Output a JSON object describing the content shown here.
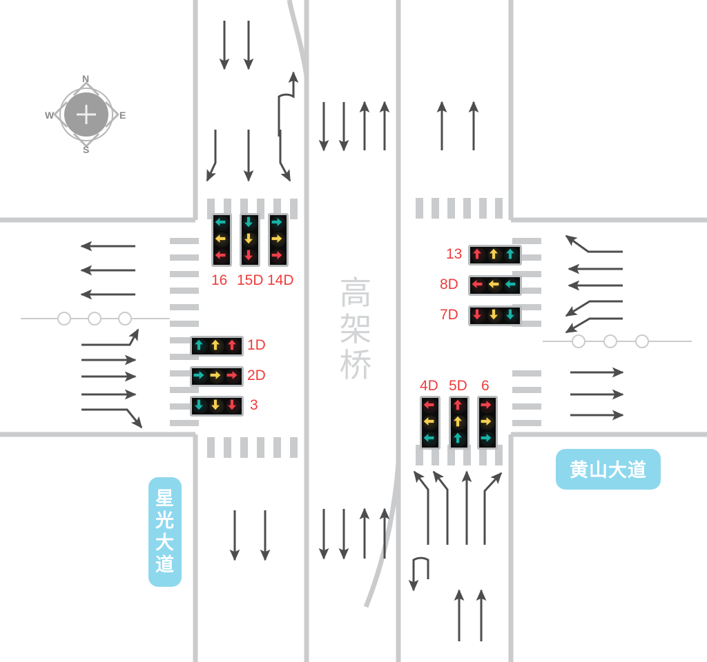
{
  "diagram": {
    "title_center": "高架桥",
    "streets": [
      {
        "name": "黄山大道",
        "orientation": "horizontal"
      },
      {
        "name": "星光大道",
        "orientation": "vertical"
      }
    ],
    "compass": {
      "n": "N",
      "e": "E",
      "s": "S",
      "w": "W"
    },
    "colors": {
      "road_edge": "#c9cbcd",
      "crosswalk": "#c9cbcd",
      "arrow": "#4d4d4d",
      "label_red": "#ef3b3b",
      "street_badge": "#8ed8ee",
      "bridge_text": "#d2d4d6",
      "lamp_red": "#f0404a",
      "lamp_yellow": "#f5cf50",
      "lamp_green": "#18b3a7",
      "signal_body": "#0b0b0b",
      "signal_border": "#b9bcbe"
    },
    "signal_groups": [
      {
        "group": "north-approach",
        "orientation": "vertical",
        "label_position": "below",
        "signals": [
          {
            "label": "16",
            "lamps": [
              {
                "color": "green",
                "arrow": "left"
              },
              {
                "color": "yellow",
                "arrow": "left"
              },
              {
                "color": "red",
                "arrow": "left"
              }
            ]
          },
          {
            "label": "15D",
            "lamps": [
              {
                "color": "green",
                "arrow": "down"
              },
              {
                "color": "yellow",
                "arrow": "down"
              },
              {
                "color": "red",
                "arrow": "down"
              }
            ]
          },
          {
            "label": "14D",
            "lamps": [
              {
                "color": "green",
                "arrow": "right"
              },
              {
                "color": "yellow",
                "arrow": "right"
              },
              {
                "color": "red",
                "arrow": "right"
              }
            ]
          }
        ]
      },
      {
        "group": "west-approach",
        "orientation": "horizontal",
        "label_position": "right",
        "signals": [
          {
            "label": "1D",
            "lamps": [
              {
                "color": "green",
                "arrow": "up"
              },
              {
                "color": "yellow",
                "arrow": "up"
              },
              {
                "color": "red",
                "arrow": "up"
              }
            ]
          },
          {
            "label": "2D",
            "lamps": [
              {
                "color": "green",
                "arrow": "right"
              },
              {
                "color": "yellow",
                "arrow": "right"
              },
              {
                "color": "red",
                "arrow": "right"
              }
            ]
          },
          {
            "label": "3",
            "lamps": [
              {
                "color": "green",
                "arrow": "down"
              },
              {
                "color": "yellow",
                "arrow": "down"
              },
              {
                "color": "red",
                "arrow": "down"
              }
            ]
          }
        ]
      },
      {
        "group": "east-approach",
        "orientation": "horizontal",
        "label_position": "left",
        "signals": [
          {
            "label": "13",
            "lamps": [
              {
                "color": "red",
                "arrow": "up"
              },
              {
                "color": "yellow",
                "arrow": "up"
              },
              {
                "color": "green",
                "arrow": "up"
              }
            ]
          },
          {
            "label": "8D",
            "lamps": [
              {
                "color": "red",
                "arrow": "left"
              },
              {
                "color": "yellow",
                "arrow": "left"
              },
              {
                "color": "green",
                "arrow": "left"
              }
            ]
          },
          {
            "label": "7D",
            "lamps": [
              {
                "color": "red",
                "arrow": "down"
              },
              {
                "color": "yellow",
                "arrow": "down"
              },
              {
                "color": "green",
                "arrow": "down"
              }
            ]
          }
        ]
      },
      {
        "group": "south-approach",
        "orientation": "vertical",
        "label_position": "above",
        "signals": [
          {
            "label": "4D",
            "lamps": [
              {
                "color": "red",
                "arrow": "left"
              },
              {
                "color": "yellow",
                "arrow": "left"
              },
              {
                "color": "green",
                "arrow": "left"
              }
            ]
          },
          {
            "label": "5D",
            "lamps": [
              {
                "color": "red",
                "arrow": "up"
              },
              {
                "color": "yellow",
                "arrow": "up"
              },
              {
                "color": "green",
                "arrow": "up"
              }
            ]
          },
          {
            "label": "6",
            "lamps": [
              {
                "color": "red",
                "arrow": "right"
              },
              {
                "color": "yellow",
                "arrow": "right"
              },
              {
                "color": "green",
                "arrow": "right"
              }
            ]
          }
        ]
      }
    ]
  }
}
